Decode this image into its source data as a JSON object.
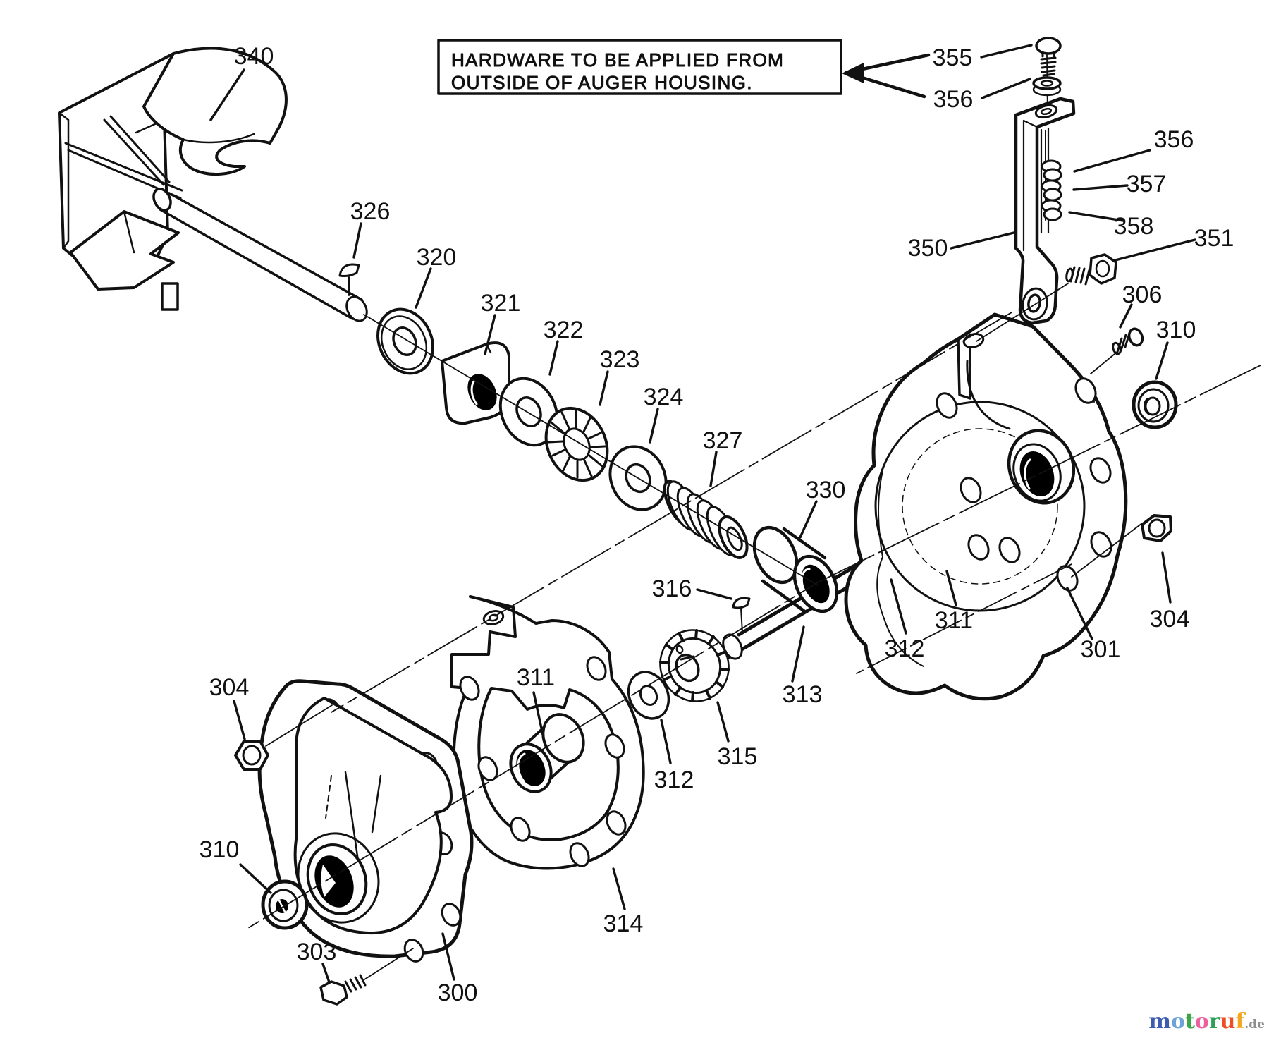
{
  "note": {
    "line1": "HARDWARE TO BE APPLIED FROM",
    "line2": "OUTSIDE OF AUGER HOUSING."
  },
  "callouts": [
    "340",
    "355",
    "356",
    "356",
    "357",
    "358",
    "350",
    "351",
    "306",
    "310",
    "326",
    "320",
    "321",
    "322",
    "323",
    "324",
    "327",
    "330",
    "316",
    "311",
    "312",
    "313",
    "315",
    "312",
    "311",
    "314",
    "304",
    "310",
    "303",
    "300",
    "301",
    "304"
  ],
  "watermark": {
    "letters": [
      {
        "ch": "m",
        "style": "color:#3d5eb0"
      },
      {
        "ch": "o",
        "style": "color:#6fa3d8"
      },
      {
        "ch": "t",
        "style": "color:#3aa648"
      },
      {
        "ch": "o",
        "style": "color:#ee5f9e"
      },
      {
        "ch": "r",
        "style": "color:#2f9e57"
      },
      {
        "ch": "u",
        "style": "color:#ef4e24"
      },
      {
        "ch": "f",
        "style": "color:#f4a61d"
      }
    ],
    "suffix": ".de",
    "suffix_style": "color:#8e8e8e"
  }
}
